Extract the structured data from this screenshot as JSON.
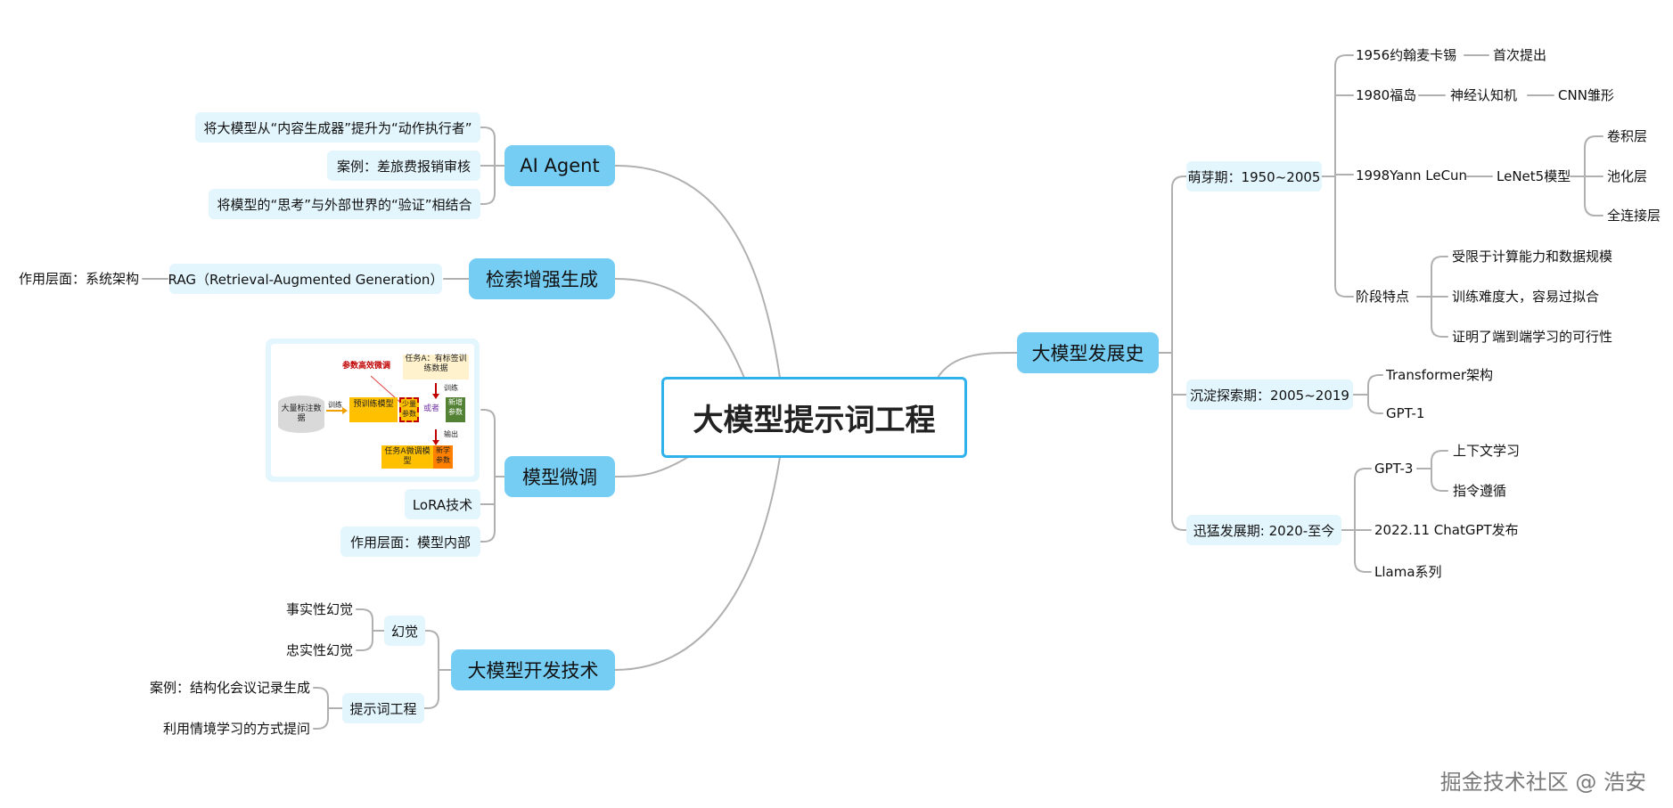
{
  "root": "大模型提示词工程",
  "history": {
    "title": "大模型发展史",
    "stage1": {
      "title": "萌芽期：1950~2005",
      "mccarthy": "1956约翰麦卡锡",
      "first_proposed": "首次提出",
      "fukushima": "1980福岛",
      "neocognitron": "神经认知机",
      "cnn_prototype": "CNN雏形",
      "lecun": "1998Yann LeCun",
      "lenet5": "LeNet5模型",
      "conv": "卷积层",
      "pool": "池化层",
      "fc": "全连接层",
      "traits": "阶段特点",
      "trait1": "受限于计算能力和数据规模",
      "trait2": "训练难度大，容易过拟合",
      "trait3": "证明了端到端学习的可行性"
    },
    "stage2": {
      "title": "沉淀探索期：2005~2019",
      "transformer": "Transformer架构",
      "gpt1": "GPT-1"
    },
    "stage3": {
      "title": "迅猛发展期: 2020-至今",
      "gpt3": "GPT-3",
      "icl": "上下文学习",
      "instruct": "指令遵循",
      "chatgpt": "2022.11 ChatGPT发布",
      "llama": "Llama系列"
    }
  },
  "agent": {
    "title": "AI Agent",
    "item1": "将大模型从“内容生成器”提升为“动作执行者”",
    "item2": "案例：差旅费报销审核",
    "item3": "将模型的“思考”与外部世界的“验证”相结合"
  },
  "rag": {
    "title": "检索增强生成",
    "sub": "RAG（Retrieval-Augmented Generation）",
    "leaf": "作用层面：系统架构"
  },
  "finetune": {
    "title": "模型微调",
    "lora": "LoRA技术",
    "layer": "作用层面：模型内部",
    "figure": {
      "peft": "参数高效微调",
      "task_a_data": "任务A：有标签训练数据",
      "train_top": "训练",
      "big_data": "大量标注数据",
      "train_left": "训练",
      "pretrained": "预训练模型",
      "few_params": "少量参数",
      "or": "或者",
      "new_params": "新增参数",
      "output": "输出",
      "task_a_model": "任务A微调模型",
      "new_params2": "新学参数"
    }
  },
  "dev": {
    "title": "大模型开发技术",
    "hallucination": "幻觉",
    "factual": "事实性幻觉",
    "faithful": "忠实性幻觉",
    "prompt": "提示词工程",
    "case": "案例：结构化会议记录生成",
    "icl": "利用情境学习的方式提问"
  },
  "watermark": "掘金技术社区 @ 浩安",
  "colors": {
    "main": "#76cdf4",
    "sub": "#e3f5fd",
    "root_border": "#2fb2ec",
    "line": "#b0b0b0"
  }
}
